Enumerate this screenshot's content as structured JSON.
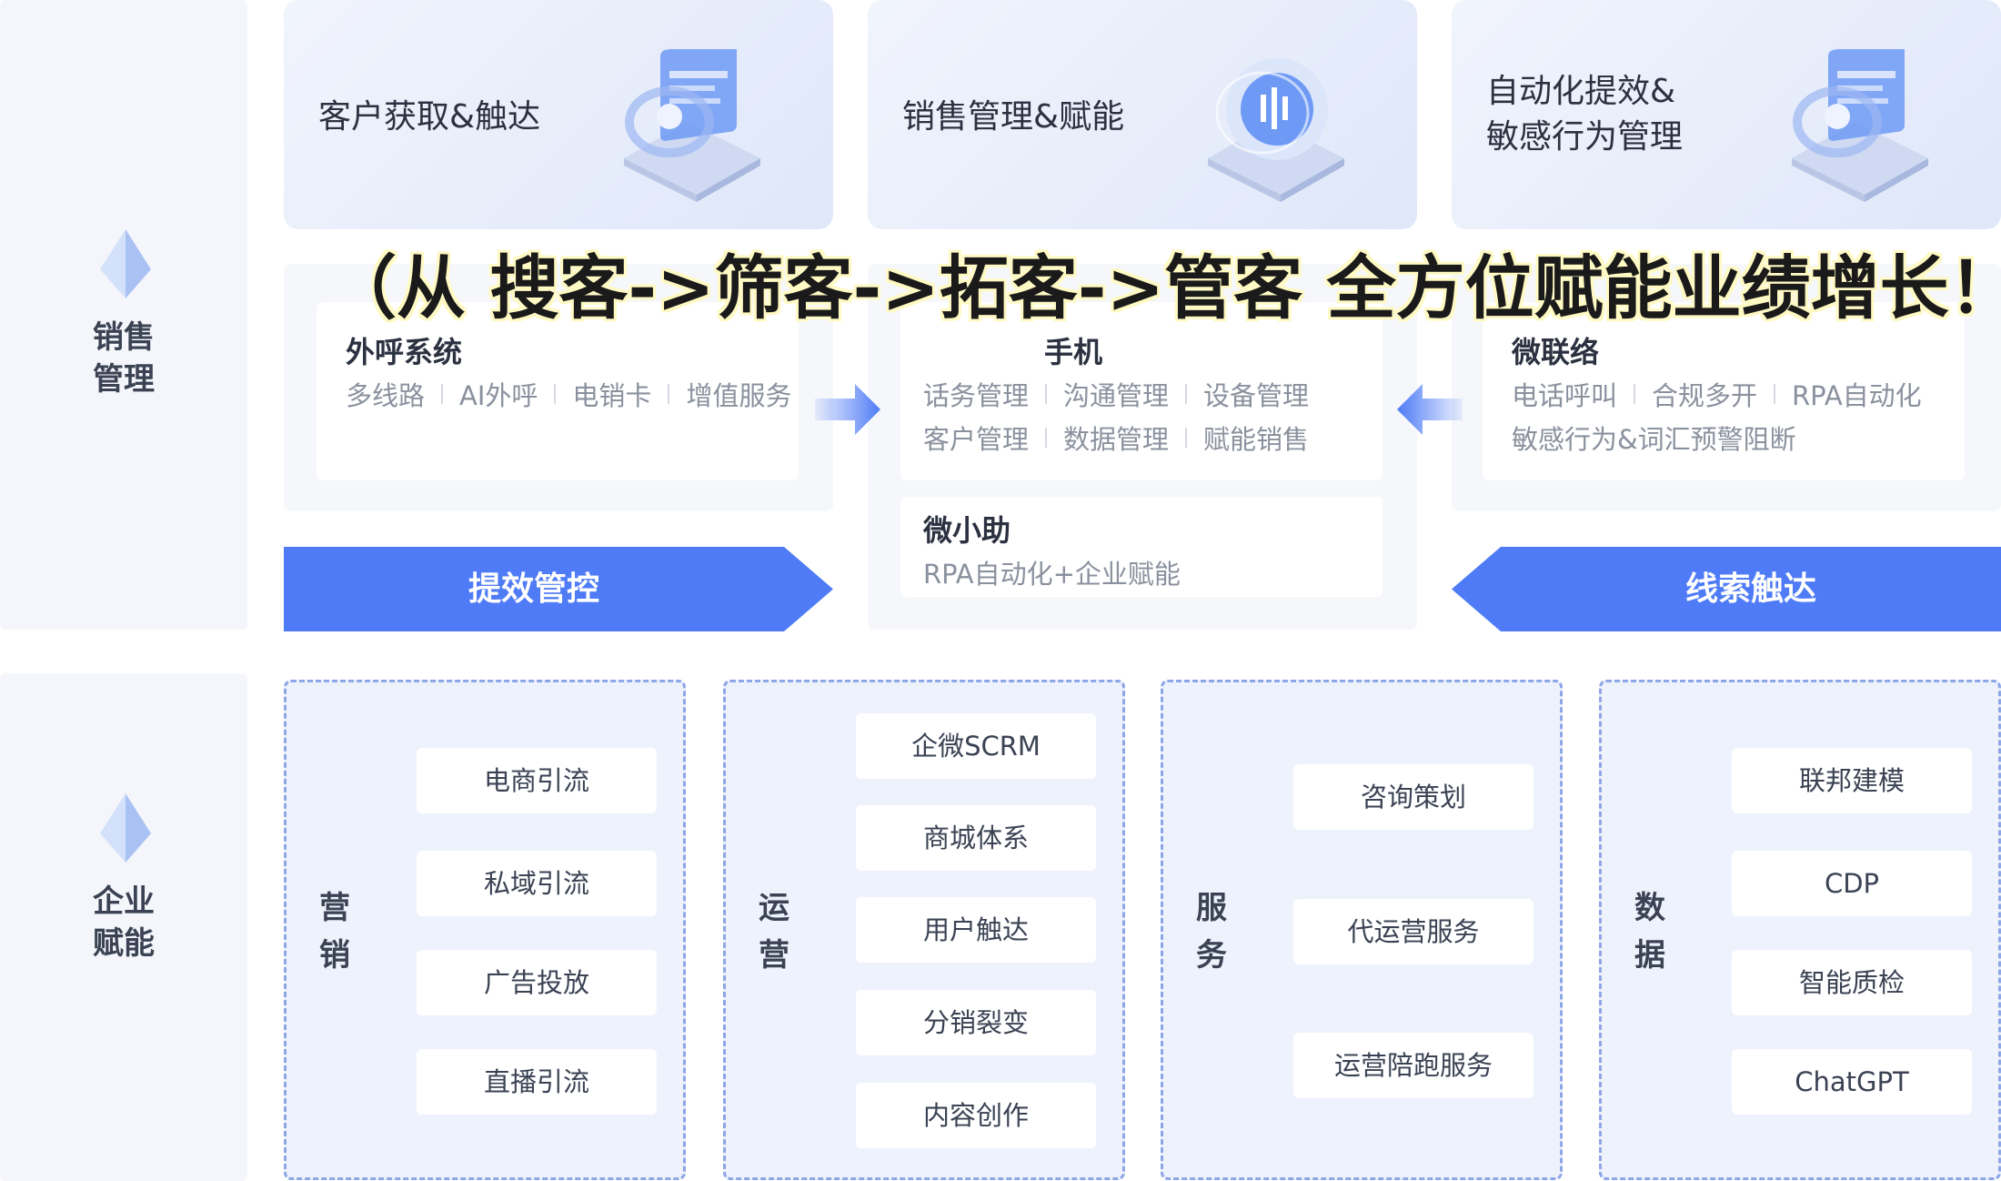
{
  "side": {
    "sales_mgmt_line1": "销售",
    "sales_mgmt_line2": "管理",
    "enterprise_line1": "企业",
    "enterprise_line2": "赋能"
  },
  "top_cards": {
    "card1_title": "客户获取&触达",
    "card2_title": "销售管理&赋能",
    "card3_title_line1": "自动化提效&",
    "card3_title_line2": "敏感行为管理"
  },
  "overlay_caption": "（从 搜客->筛客->拓客->管客 全方位赋能业绩增长！）",
  "outbound": {
    "title": "外呼系统",
    "tags": [
      "多线路",
      "AI外呼",
      "电销卡",
      "增值服务"
    ]
  },
  "phone": {
    "title": "手机",
    "tags_row1": [
      "话务管理",
      "沟通管理",
      "设备管理"
    ],
    "tags_row2": [
      "客户管理",
      "数据管理",
      "赋能销售"
    ]
  },
  "assistant": {
    "title": "微小助",
    "desc": "RPA自动化+企业赋能"
  },
  "weilian": {
    "title": "微联络",
    "tags_row1": [
      "电话呼叫",
      "合规多开",
      "RPA自动化"
    ],
    "row2": "敏感行为&词汇预警阻断"
  },
  "banners": {
    "left": "提效管控",
    "right": "线索触达"
  },
  "groups": {
    "marketing": {
      "label_1": "营",
      "label_2": "销",
      "items": [
        "电商引流",
        "私域引流",
        "广告投放",
        "直播引流"
      ]
    },
    "operations": {
      "label_1": "运",
      "label_2": "营",
      "items": [
        "企微SCRM",
        "商城体系",
        "用户触达",
        "分销裂变",
        "内容创作"
      ]
    },
    "service": {
      "label_1": "服",
      "label_2": "务",
      "items": [
        "咨询策划",
        "代运营服务",
        "运营陪跑服务"
      ]
    },
    "data": {
      "label_1": "数",
      "label_2": "据",
      "items": [
        "联邦建模",
        "CDP",
        "智能质检",
        "ChatGPT"
      ]
    }
  },
  "colors": {
    "accent_blue": "#4f7cf6",
    "panel_bg": "#f5f7fb",
    "group_border": "#8ea6e8"
  }
}
